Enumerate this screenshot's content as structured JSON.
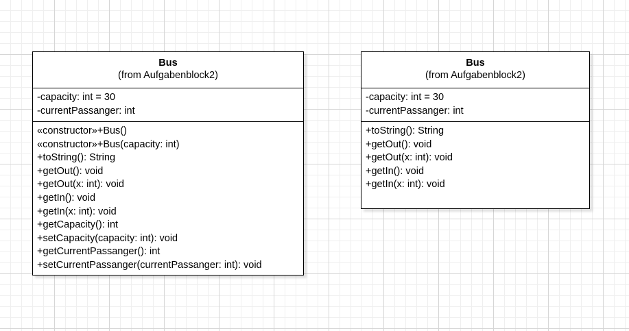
{
  "classes": [
    {
      "name": "Bus",
      "package": "(from Aufgabenblock2)",
      "attributes": [
        "-capacity: int = 30",
        "-currentPassanger: int"
      ],
      "operations": [
        "«constructor»+Bus()",
        "«constructor»+Bus(capacity: int)",
        "+toString(): String",
        "+getOut(): void",
        "+getOut(x: int): void",
        "+getIn(): void",
        "+getIn(x: int): void",
        "+getCapacity(): int",
        "+setCapacity(capacity: int): void",
        "+getCurrentPassanger(): int",
        "+setCurrentPassanger(currentPassanger: int): void"
      ]
    },
    {
      "name": "Bus",
      "package": "(from Aufgabenblock2)",
      "attributes": [
        "-capacity: int = 30",
        "-currentPassanger: int"
      ],
      "operations": [
        "+toString(): String",
        "+getOut(): void",
        "+getOut(x: int): void",
        "+getIn(): void",
        "+getIn(x: int): void"
      ]
    }
  ]
}
